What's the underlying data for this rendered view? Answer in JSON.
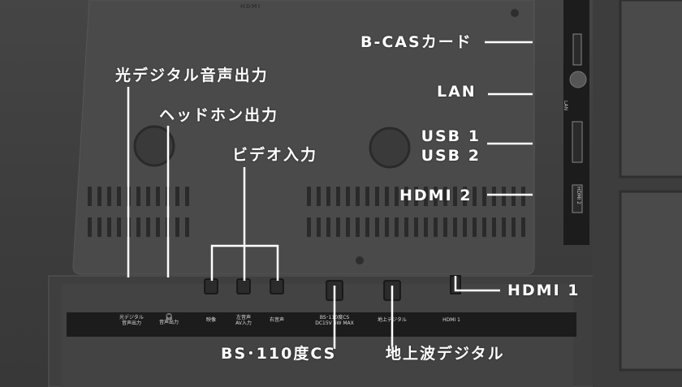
{
  "callouts": {
    "optical_audio": "光デジタル音声出力",
    "headphone": "ヘッドホン出力",
    "video_in": "ビデオ入力",
    "bcas": "B-CASカード",
    "lan": "LAN",
    "usb1": "USB 1",
    "usb2": "USB 2",
    "hdmi2": "HDMI 2",
    "hdmi1": "HDMI 1",
    "bs_cs": "BS･110度CS",
    "terrestrial": "地上波デジタル"
  },
  "plate": {
    "hdmi_logo": "HDMI"
  },
  "strip": {
    "optical_audio": "光デジタル\n音声出力",
    "headphone": "音声出力",
    "video": "映像",
    "audio_left": "左音声\nAV入力",
    "audio_right": "右音声",
    "bs_cs": "BS･110度CS\nDC15V 4W MAX",
    "terrestrial": "地上デジタル",
    "hdmi1": "HDMI 1"
  },
  "side_panel": {
    "lan": "LAN",
    "hdmi2": "HDMI 2"
  },
  "colors": {
    "panel": "#474747",
    "leader": "#ffffff",
    "strip": "#1c1c1c"
  }
}
